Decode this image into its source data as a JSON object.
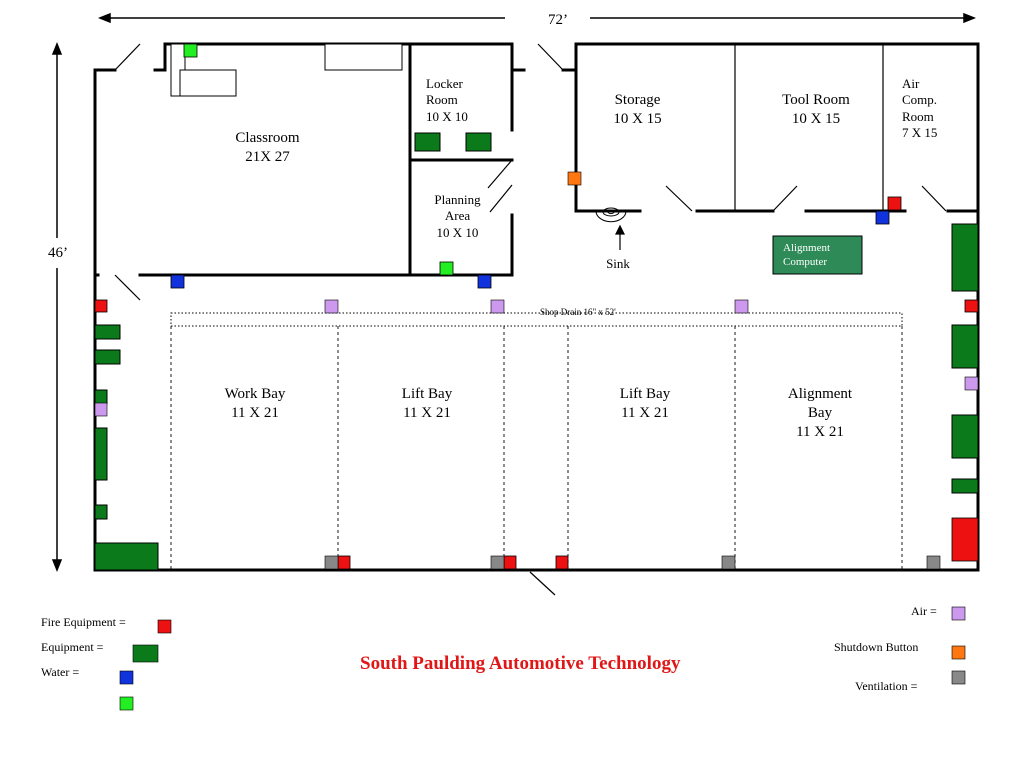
{
  "dimensions": {
    "width": "72’",
    "height": "46’"
  },
  "rooms": {
    "classroom": {
      "name": "Classroom",
      "size": "21X 27"
    },
    "locker_room": {
      "name1": "Locker",
      "name2": "Room",
      "size": "10 X 10"
    },
    "planning_area": {
      "name1": "Planning",
      "name2": "Area",
      "size": "10 X 10"
    },
    "storage": {
      "name": "Storage",
      "size": "10 X 15"
    },
    "tool_room": {
      "name": "Tool Room",
      "size": "10 X 15"
    },
    "air_comp_room": {
      "name1": "Air",
      "name2": "Comp.",
      "name3": "Room",
      "size": "7 X 15"
    },
    "work_bay": {
      "name": "Work Bay",
      "size": "11 X 21"
    },
    "lift_bay_1": {
      "name": "Lift Bay",
      "size": "11 X 21"
    },
    "lift_bay_2": {
      "name": "Lift Bay",
      "size": "11 X 21"
    },
    "alignment_bay": {
      "name1": "Alignment",
      "name2": "Bay",
      "size": "11 X 21"
    }
  },
  "labels": {
    "sink": "Sink",
    "shop_drain": "Shop Drain 16\" x 52'",
    "alignment_computer_1": "Alignment",
    "alignment_computer_2": "Computer"
  },
  "legend": {
    "fire_equipment": "Fire Equipment =",
    "equipment": "Equipment =",
    "water": "Water =",
    "air": "Air =",
    "shutdown_button": "Shutdown Button",
    "ventilation": "Ventilation ="
  },
  "colors": {
    "fire": "#ee1111",
    "equipment": "#0a7a1a",
    "water": "#1133dd",
    "water_alt": "#22ee22",
    "air": "#cc99ee",
    "shutdown": "#ff7711",
    "ventilation": "#888888",
    "alignment_computer": "#2e8b57",
    "title": "#e11616"
  },
  "title": "South Paulding Automotive Technology"
}
